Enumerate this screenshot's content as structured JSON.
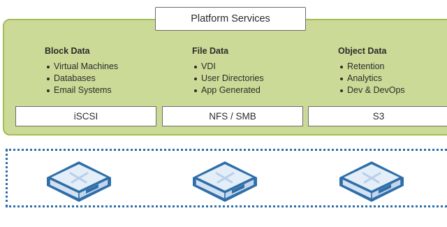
{
  "platform": {
    "label": "Platform Services"
  },
  "columns": [
    {
      "title": "Block Data",
      "items": [
        "Virtual Machines",
        "Databases",
        "Email Systems"
      ],
      "protocol": "iSCSI"
    },
    {
      "title": "File Data",
      "items": [
        "VDI",
        "User Directories",
        "App Generated"
      ],
      "protocol": "NFS / SMB"
    },
    {
      "title": "Object Data",
      "items": [
        "Retention",
        "Analytics",
        "Dev & DevOps"
      ],
      "protocol": "S3"
    }
  ],
  "servers": [
    {
      "icon": "server-node-icon"
    },
    {
      "icon": "server-node-icon"
    },
    {
      "icon": "server-node-icon"
    }
  ],
  "colors": {
    "panel_fill": "#cbdb97",
    "panel_border": "#a2bd52",
    "cluster_dots": "#2f6ea8",
    "server_fill": "#e4eef8",
    "server_outline": "#2f6ea8"
  }
}
